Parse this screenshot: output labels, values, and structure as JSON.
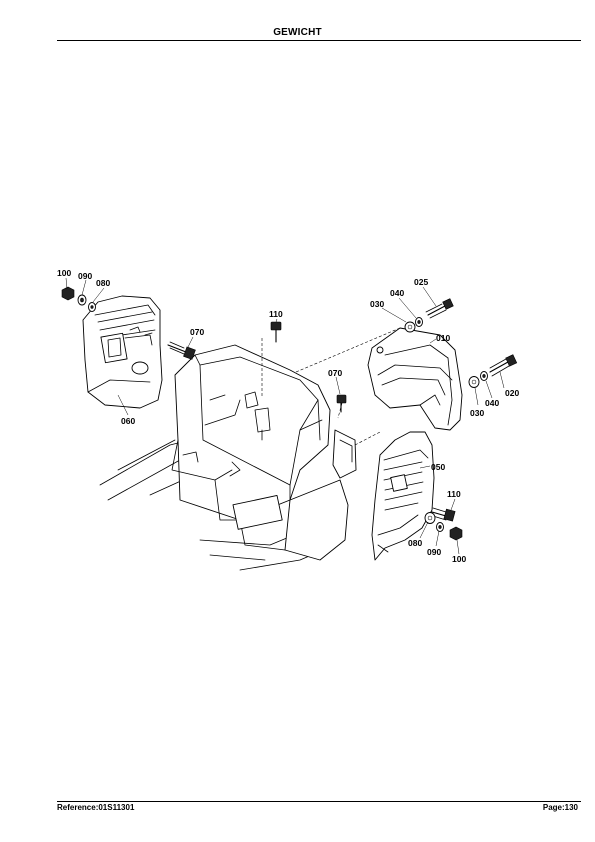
{
  "header": {
    "title": "GEWICHT"
  },
  "footer": {
    "reference": "Reference:01S11301",
    "page": "Page:130"
  },
  "callouts": {
    "left_100": "100",
    "left_090": "090",
    "left_080": "080",
    "left_070": "070",
    "left_060": "060",
    "top_110": "110",
    "mid_070": "070",
    "c_025": "025",
    "c_040_top": "040",
    "c_030_top": "030",
    "c_010": "010",
    "c_030_right": "030",
    "c_040_right": "040",
    "c_020": "020",
    "c_050": "050",
    "c_110_right": "110",
    "c_080_right": "080",
    "c_090_right": "090",
    "c_100_right": "100"
  }
}
